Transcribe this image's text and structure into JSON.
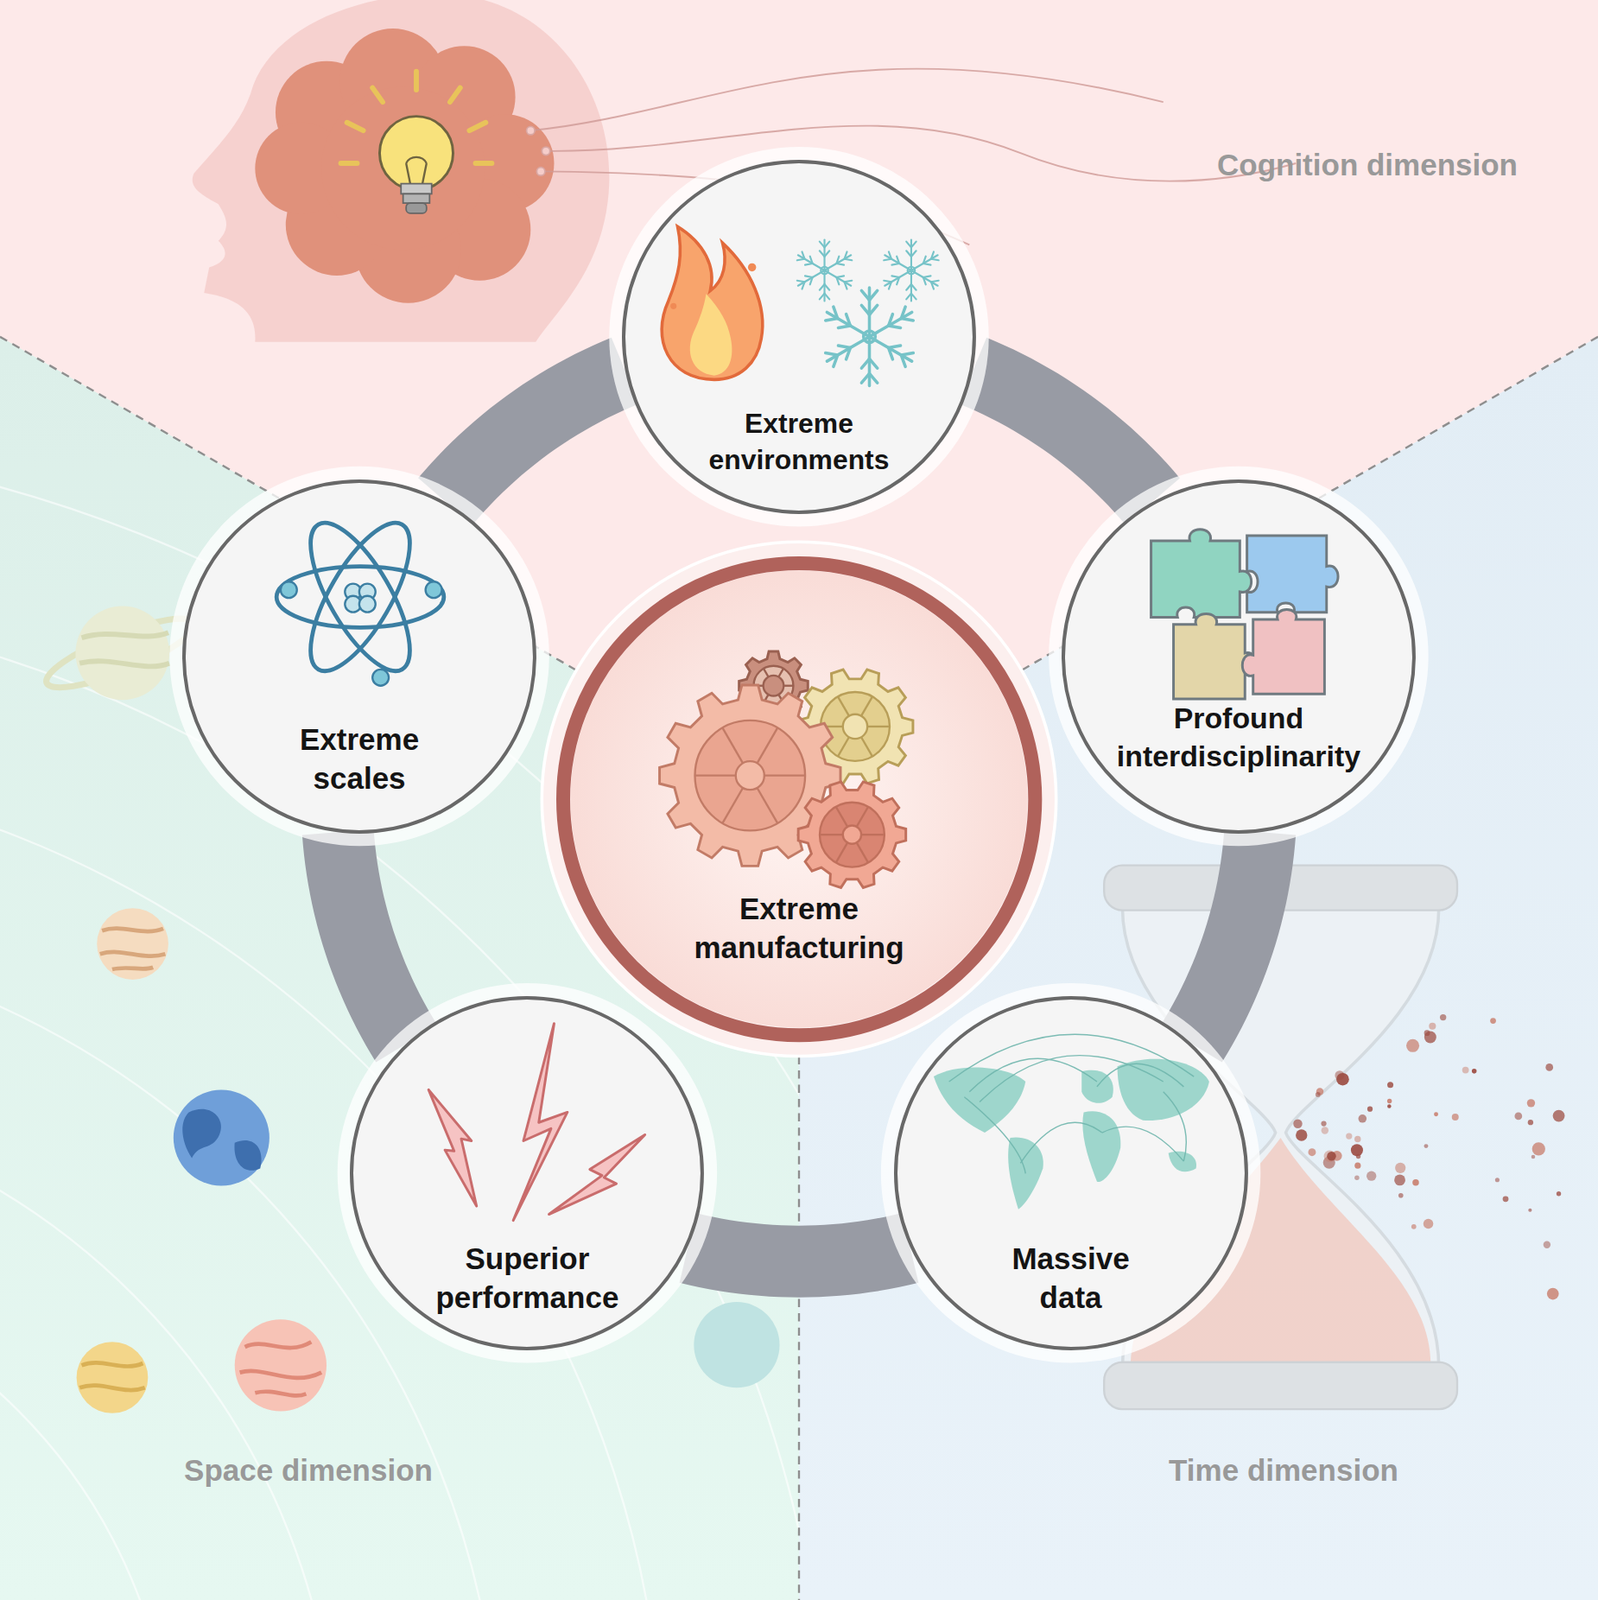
{
  "diagram": {
    "nodes": [
      {
        "text": [
          "Extreme environments"
        ]
      },
      {
        "text": [
          "Extreme scales"
        ]
      },
      {
        "text": [
          "Profound interdisciplinarity"
        ]
      },
      {
        "text": [
          "Extreme manufacturing"
        ]
      },
      {
        "text": [
          "Superior performance"
        ]
      },
      {
        "text": [
          "Massive data"
        ]
      }
    ],
    "edges": [
      {
        "from": 0,
        "to": 2,
        "arrow": "none"
      },
      {
        "from": 2,
        "to": 5,
        "arrow": "none"
      },
      {
        "from": 5,
        "to": 4,
        "arrow": "none"
      },
      {
        "from": 4,
        "to": 1,
        "arrow": "none"
      },
      {
        "from": 1,
        "to": 0,
        "arrow": "none"
      }
    ],
    "labels": [
      "Cognition dimension",
      "Space dimension",
      "Time dimension"
    ]
  }
}
